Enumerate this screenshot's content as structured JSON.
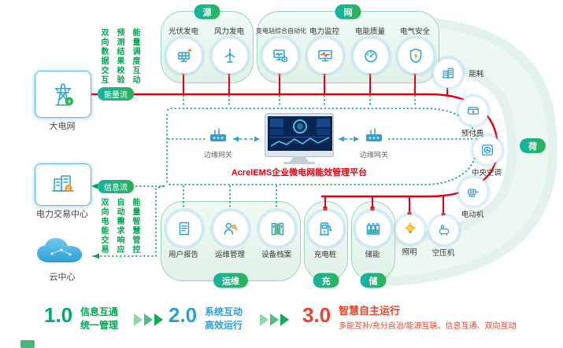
{
  "platform": {
    "title": "AcrelEMS企业微电网能效管理平台"
  },
  "left": {
    "grid_label": "大电网",
    "trading_label": "电力交易中心",
    "cloud_label": "云中心",
    "energy_flow_badge": "能量流",
    "info_flow_badge": "信息流",
    "top_notes": [
      "双向数据交互",
      "预测结果校验",
      "能量调度互动"
    ],
    "bottom_notes": [
      "双向电能交易",
      "自动需求响应",
      "能量智慧管控"
    ]
  },
  "sections": {
    "source": {
      "badge": "源",
      "items": [
        {
          "label": "光伏发电",
          "icon": "solar-panel"
        },
        {
          "label": "风力发电",
          "icon": "wind-turbine"
        }
      ]
    },
    "network": {
      "badge": "网",
      "items": [
        {
          "label": "变电站综合自动化",
          "icon": "substation-automation"
        },
        {
          "label": "电力监控",
          "icon": "power-monitoring"
        },
        {
          "label": "电能质量",
          "icon": "power-quality"
        },
        {
          "label": "电气安全",
          "icon": "electrical-safety"
        }
      ]
    },
    "load": {
      "badge": "荷",
      "items": [
        {
          "label": "能耗",
          "icon": "energy-consumption"
        },
        {
          "label": "预付费",
          "icon": "prepaid-metering"
        },
        {
          "label": "中央空调",
          "icon": "central-ac"
        },
        {
          "label": "电动机",
          "icon": "electric-motor"
        },
        {
          "label": "空压机",
          "icon": "air-compressor"
        },
        {
          "label": "照明",
          "icon": "lighting"
        }
      ]
    },
    "om": {
      "badge": "运维",
      "items": [
        {
          "label": "用户报告",
          "icon": "user-report"
        },
        {
          "label": "运维管理",
          "icon": "om-management"
        },
        {
          "label": "设备档案",
          "icon": "equipment-archive"
        }
      ]
    },
    "charge": {
      "badge": "充",
      "items": [
        {
          "label": "充电桩",
          "icon": "charging-pile"
        }
      ]
    },
    "storage": {
      "badge": "储",
      "items": [
        {
          "label": "储能",
          "icon": "energy-storage"
        }
      ]
    }
  },
  "gateways": {
    "left_label": "边缘网关",
    "right_label": "边缘网关"
  },
  "flows": {
    "energy_color": "#e60012",
    "info_color": "#00a651"
  },
  "legend": {
    "items": [
      {
        "version": "1.0",
        "lines": [
          "信息互通",
          "统一管理"
        ],
        "color": "#00a878"
      },
      {
        "version": "2.0",
        "lines": [
          "系统互动",
          "高效运行"
        ],
        "color": "#2a9fd8"
      },
      {
        "version": "3.0",
        "lines": [
          "智慧自主运行",
          "多能互补/充分自治/能源互联、信息互通、双向互动"
        ],
        "color": "#e8432e"
      }
    ]
  }
}
